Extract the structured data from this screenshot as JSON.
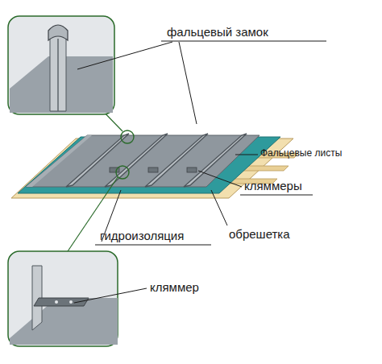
{
  "diagram": {
    "labels": [
      "фальцевый замок",
      "Фальцевые листы",
      "кляммеры",
      "гидроизоляция",
      "обрешетка",
      "кляммер"
    ]
  }
}
